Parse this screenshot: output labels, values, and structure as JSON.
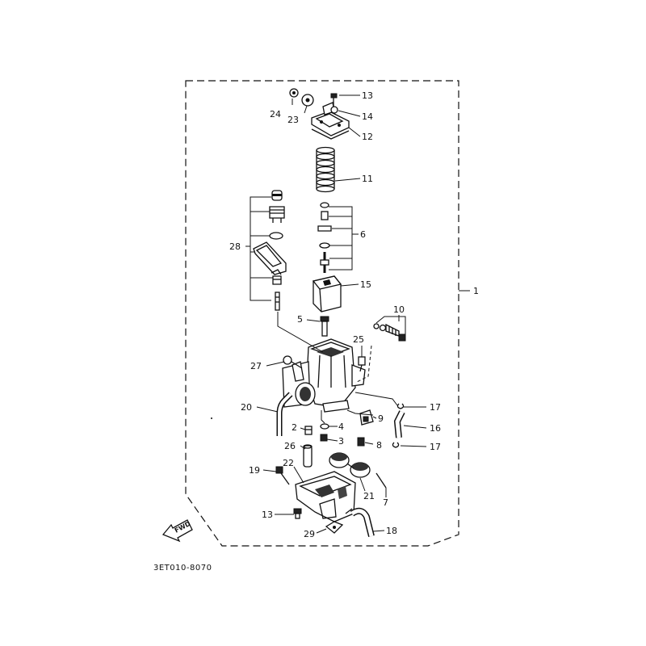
{
  "figure": {
    "code": "3ET010-8070",
    "fwd_text": "FWD"
  },
  "callouts": {
    "c1": "1",
    "c2": "2",
    "c3": "3",
    "c4": "4",
    "c5": "5",
    "c6": "6",
    "c7": "7",
    "c8": "8",
    "c9": "9",
    "c10": "10",
    "c11": "11",
    "c12": "12",
    "c13a": "13",
    "c13b": "13",
    "c14": "14",
    "c15": "15",
    "c16": "16",
    "c17a": "17",
    "c17b": "17",
    "c18": "18",
    "c19": "19",
    "c20": "20",
    "c21": "21",
    "c22": "22",
    "c23": "23",
    "c24": "24",
    "c25": "25",
    "c26": "26",
    "c27": "27",
    "c28": "28",
    "c29": "29"
  }
}
